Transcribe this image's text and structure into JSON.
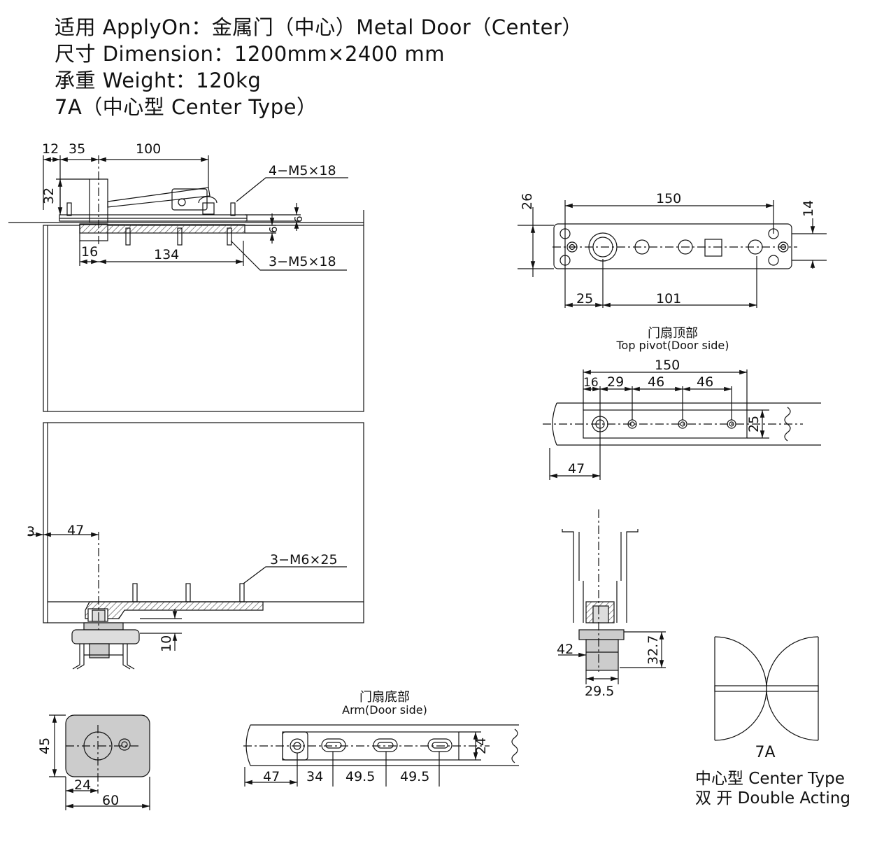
{
  "header": {
    "applies": "适用  ApplyOn：金属门（中心）Metal Door（Center）",
    "dimension": "尺寸  Dimension：1200mm×2400 mm",
    "weight": "承重  Weight：120kg",
    "type": "7A（中心型 Center Type）"
  },
  "labels": {
    "screw_4m5": "4−M5×18",
    "screw_3m5": "3−M5×18",
    "screw_3m6": "3−M6×25",
    "top_pivot_cn": "门扇顶部",
    "top_pivot_en": "Top pivot(Door side)",
    "arm_cn": "门扇底部",
    "arm_en": "Arm(Door side)",
    "model": "7A",
    "center_type": "中心型 Center Type",
    "double_acting": "双   开 Double Acting"
  },
  "dims": {
    "d12": "12",
    "d35": "35",
    "d100": "100",
    "d32": "32",
    "d16": "16",
    "d134": "134",
    "d6a": "6",
    "d6b": "6",
    "d26": "26",
    "d150a": "150",
    "d14": "14",
    "d25a": "25",
    "d101": "101",
    "d150b": "150",
    "d16b": "16",
    "d29": "29",
    "d46a": "46",
    "d46b": "46",
    "d25b": "25",
    "d47a": "47",
    "d3": "3",
    "d47b": "47",
    "d10": "10",
    "d45": "45",
    "d24a": "24",
    "d60": "60",
    "d47c": "47",
    "d34": "34",
    "d495a": "49.5",
    "d495b": "49.5",
    "d24b": "24",
    "d42": "42",
    "d327": "32.7",
    "d295": "29.5"
  },
  "colors": {
    "line": "#111111",
    "fill_gray": "#cccccc",
    "hatch": "#444444"
  }
}
